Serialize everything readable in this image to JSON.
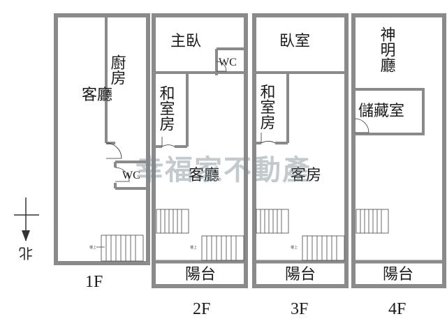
{
  "floors": [
    {
      "id": "1F",
      "label": "1F",
      "rooms": [
        "客廳",
        "廚房",
        "WC"
      ]
    },
    {
      "id": "2F",
      "label": "2F",
      "rooms": [
        "主臥",
        "WC",
        "和室房",
        "客廳",
        "陽台"
      ]
    },
    {
      "id": "3F",
      "label": "3F",
      "rooms": [
        "臥室",
        "和室房",
        "客房",
        "陽台"
      ]
    },
    {
      "id": "4F",
      "label": "4F",
      "rooms": [
        "神明廳",
        "儲藏室",
        "陽台"
      ]
    }
  ],
  "rooms": {
    "f1_living": "客廳",
    "f1_kitchen": "廚房",
    "f1_wc": "WC",
    "f2_master": "主臥",
    "f2_wc": "WC",
    "f2_tatami": "和室房",
    "f2_living": "客廳",
    "f2_balcony": "陽台",
    "f3_bedroom": "臥室",
    "f3_tatami": "和室房",
    "f3_guest": "客房",
    "f3_balcony": "陽台",
    "f4_shrine": "神明廳",
    "f4_storage": "儲藏室",
    "f4_balcony": "陽台"
  },
  "stair_note": "樓上",
  "north_label": "北",
  "watermark": "幸福家不動產",
  "colors": {
    "wall": "#8a8a8a",
    "text": "#1a1a1a",
    "watermark": "#7a8a90"
  }
}
